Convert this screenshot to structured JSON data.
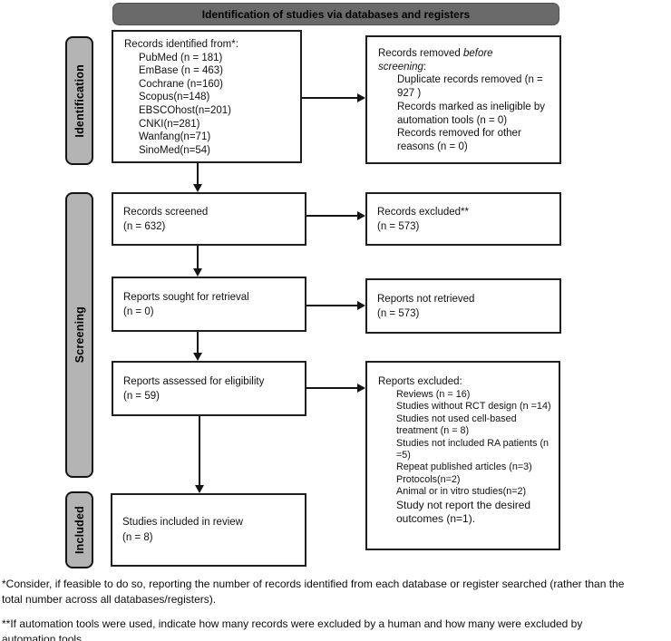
{
  "banner": "Identification of studies via databases and registers",
  "stages": {
    "identification": "Identification",
    "screening": "Screening",
    "included": "Included"
  },
  "boxes": {
    "records_identified": {
      "title": "Records identified from*:",
      "items": [
        "PubMed (n = 181)",
        "EmBase (n = 463)",
        "Cochrane (n=160)",
        "Scopus(n=148)",
        "EBSCOhost(n=201)",
        "CNKI(n=281)",
        "Wanfang(n=71)",
        "SinoMed(n=54)"
      ]
    },
    "records_removed": {
      "title_line1_plain": "Records removed ",
      "title_line1_italic": "before",
      "title_line2_italic": "screening",
      "title_line2_plain": ":",
      "items": [
        "Duplicate records removed (n = 927 )",
        "Records marked as ineligible by automation tools (n = 0)",
        "Records removed for other reasons (n = 0)"
      ]
    },
    "records_screened": {
      "line1": "Records screened",
      "line2": "(n = 632)"
    },
    "records_excluded": {
      "line1": "Records excluded**",
      "line2": "(n = 573)"
    },
    "reports_sought": {
      "line1": "Reports sought for retrieval",
      "line2": "(n = 0)"
    },
    "reports_not_retrieved": {
      "line1": "Reports not retrieved",
      "line2": "(n = 573)"
    },
    "reports_assessed": {
      "line1": "Reports assessed for eligibility",
      "line2": "(n = 59)"
    },
    "reports_excluded": {
      "title": "Reports excluded:",
      "items": [
        "Reviews (n = 16)",
        "Studies without RCT design (n =14)",
        "Studies not used cell-based treatment (n = 8)",
        "Studies not included RA patients (n =5)",
        "Repeat published articles (n=3)",
        "Protocols(n=2)",
        "Animal or in vitro studies(n=2)",
        "Study not report the desired outcomes (n=1)."
      ]
    },
    "studies_included": {
      "line1": "Studies included in review",
      "line2": "(n = 8)"
    }
  },
  "footnotes": {
    "first_line1": "*Consider, if feasible to do so, reporting the number of records identified from each database or register searched (rather than the",
    "first_line2": "total number across all databases/registers).",
    "second_line1": "**If automation tools were used, indicate how many records were excluded by a human and how many were excluded by",
    "second_line2": "automation tools."
  },
  "colors": {
    "banner_fill": "#6a6a6a",
    "stage_fill": "#b4b4b4",
    "box_border": "#1f1f1f",
    "arrow": "#141414",
    "text": "#111111",
    "background": "#ffffff"
  }
}
